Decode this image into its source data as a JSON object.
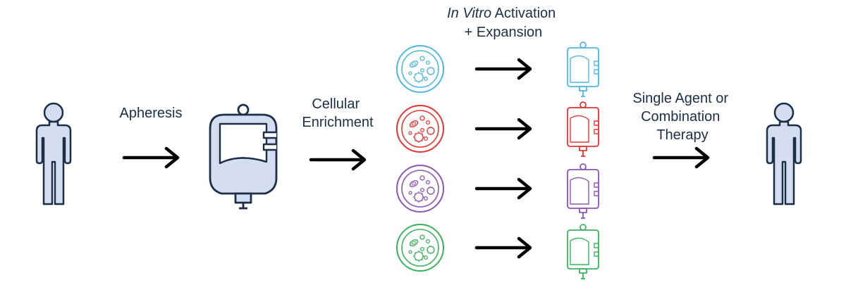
{
  "labels": {
    "apheresis": "Apheresis",
    "enrichment_line1": "Cellular",
    "enrichment_line2": "Enrichment",
    "activation_italic": "In Vitro",
    "activation_rest": " Activation",
    "expansion": "+ Expansion",
    "therapy_line1": "Single Agent or",
    "therapy_line2": "Combination",
    "therapy_line3": "Therapy"
  },
  "colors": {
    "outline": "#1c2e4a",
    "fill": "#d5def0",
    "arrow": "#000000",
    "text": "#1c2e4a",
    "lanes": [
      "#4fb8df",
      "#e23636",
      "#8e56b8",
      "#3bb25f"
    ]
  },
  "icons": {
    "patient": "person-icon",
    "blood_bag": "iv-bag-icon",
    "dish": "petri-dish-icon",
    "product": "infusion-bag-icon",
    "arrow": "right-arrow-icon"
  },
  "lane_count": 4
}
